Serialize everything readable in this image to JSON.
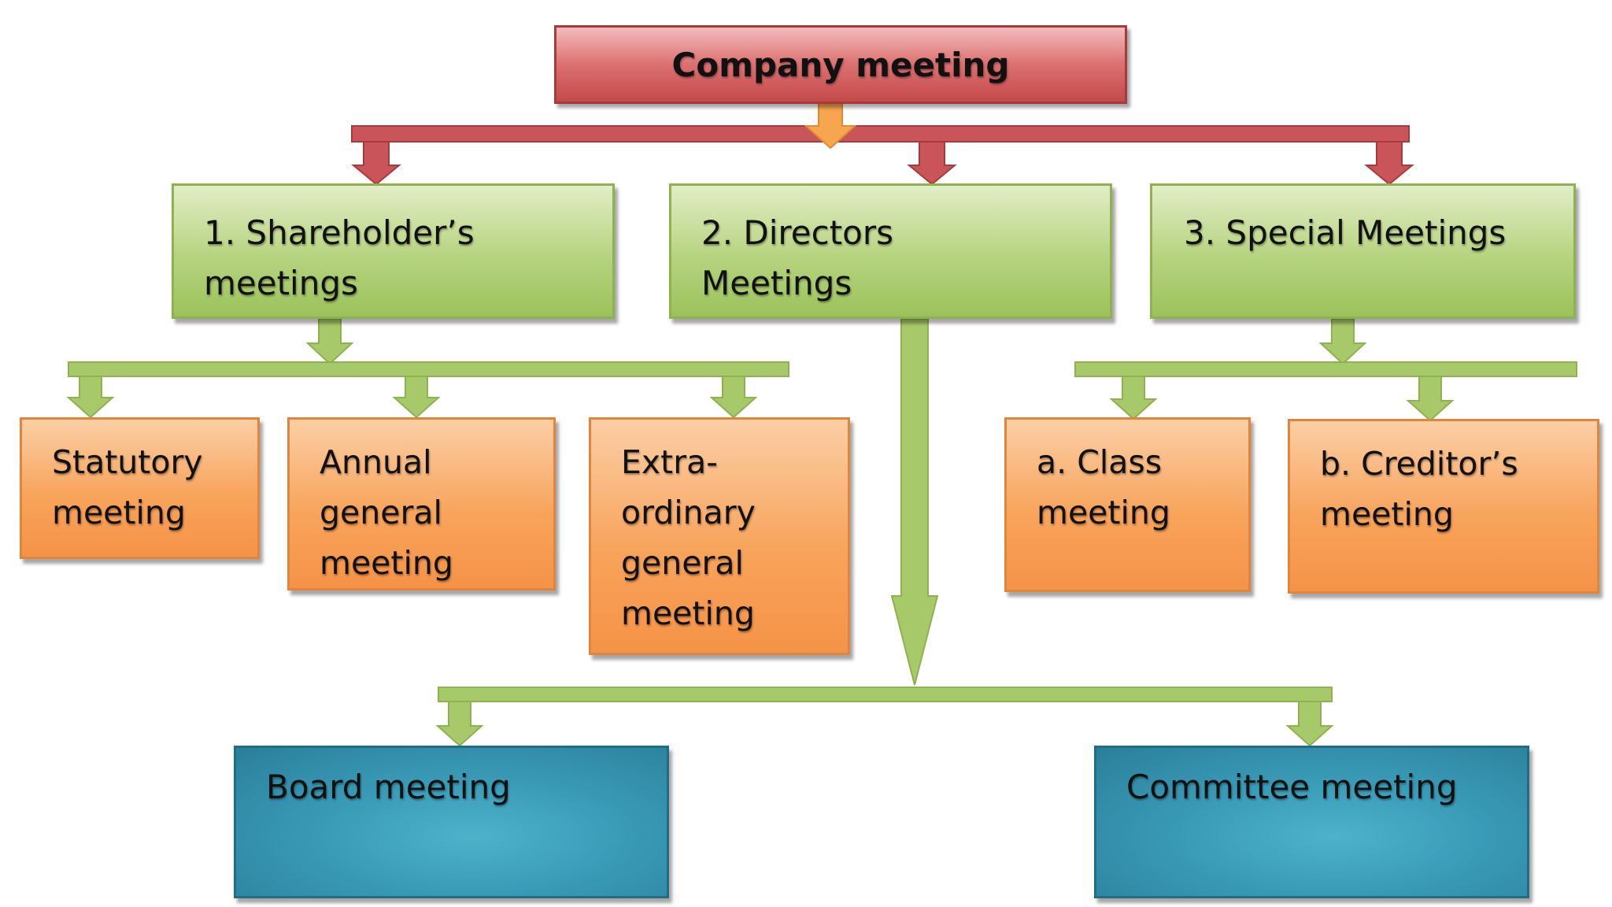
{
  "diagram": {
    "root": {
      "label": "Company meeting"
    },
    "categories": [
      {
        "id": "shareholders",
        "label": "1. Shareholder’s\nmeetings"
      },
      {
        "id": "directors",
        "label": "2. Directors\nMeetings"
      },
      {
        "id": "special",
        "label": "3. Special Meetings"
      }
    ],
    "shareholder_meetings": [
      {
        "label": "Statutory\nmeeting"
      },
      {
        "label": "Annual\ngeneral\nmeeting"
      },
      {
        "label": "Extra-\nordinary\ngeneral\nmeeting"
      }
    ],
    "special_meetings": [
      {
        "label": "a. Class\nmeeting"
      },
      {
        "label": "b. Creditor’s\nmeeting"
      }
    ],
    "director_meetings": [
      {
        "label": "Board meeting"
      },
      {
        "label": "Committee meeting"
      }
    ],
    "colors": {
      "root": "#d96666",
      "category": "#b3d17a",
      "shareholder_and_special": "#f7a35c",
      "director_sub": "#3a9bb7",
      "red_connector": "#c9555a",
      "green_connector": "#a7c96a",
      "orange_arrow": "#f7a54f"
    }
  }
}
